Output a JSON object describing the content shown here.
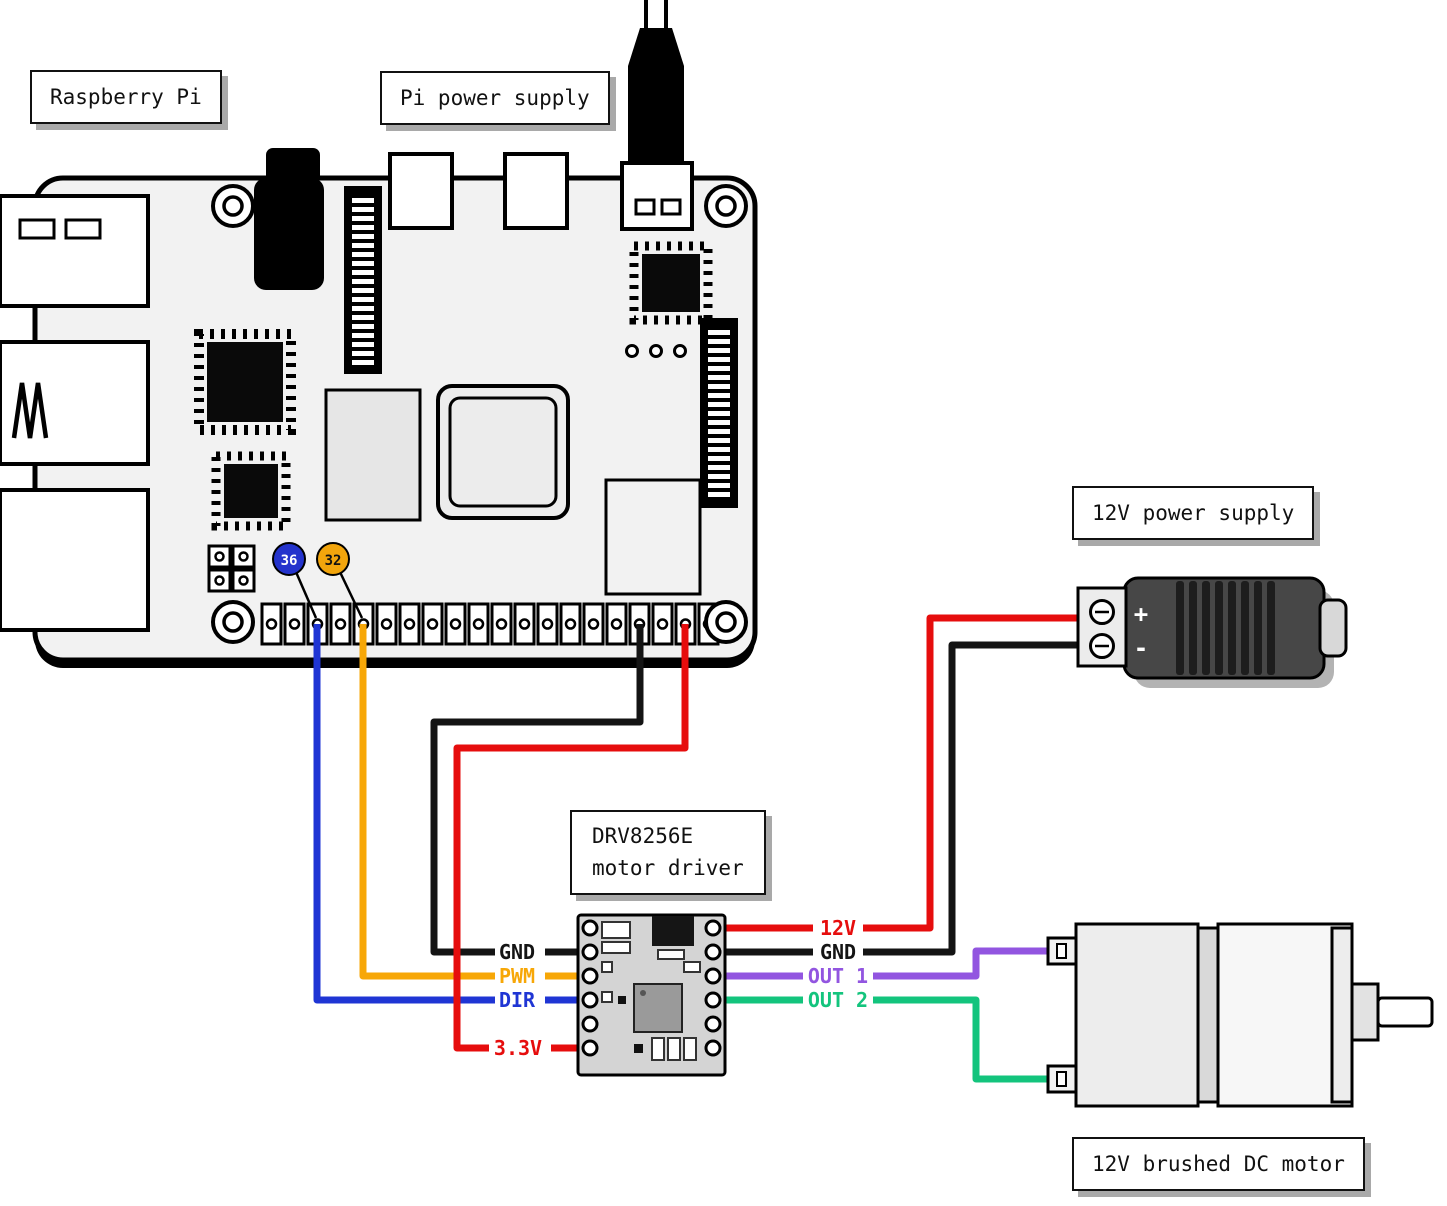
{
  "labels": {
    "raspberry_pi": "Raspberry Pi",
    "pi_power_supply": "Pi power supply",
    "v12_power_supply": "12V power supply",
    "motor_driver_line1": "DRV8256E",
    "motor_driver_line2": "motor driver",
    "dc_motor": "12V brushed DC motor"
  },
  "gpio_badges": {
    "pin36": {
      "label": "36",
      "color": "#2433cc",
      "text_color": "#ffffff"
    },
    "pin32": {
      "label": "32",
      "color": "#f2a50c",
      "text_color": "#111111"
    }
  },
  "wires": {
    "gnd_left": {
      "label": "GND",
      "color": "#141414"
    },
    "pwm": {
      "label": "PWM",
      "color": "#f7a707"
    },
    "dir": {
      "label": "DIR",
      "color": "#1f35d4"
    },
    "v33": {
      "label": "3.3V",
      "color": "#e60d0d"
    },
    "v12": {
      "label": "12V",
      "color": "#e60d0d"
    },
    "gnd_right": {
      "label": "GND",
      "color": "#141414"
    },
    "out1": {
      "label": "OUT 1",
      "color": "#9255e0"
    },
    "out2": {
      "label": "OUT 2",
      "color": "#13c47d"
    }
  },
  "power_supply_terminals": {
    "plus": "+",
    "minus": "-"
  }
}
